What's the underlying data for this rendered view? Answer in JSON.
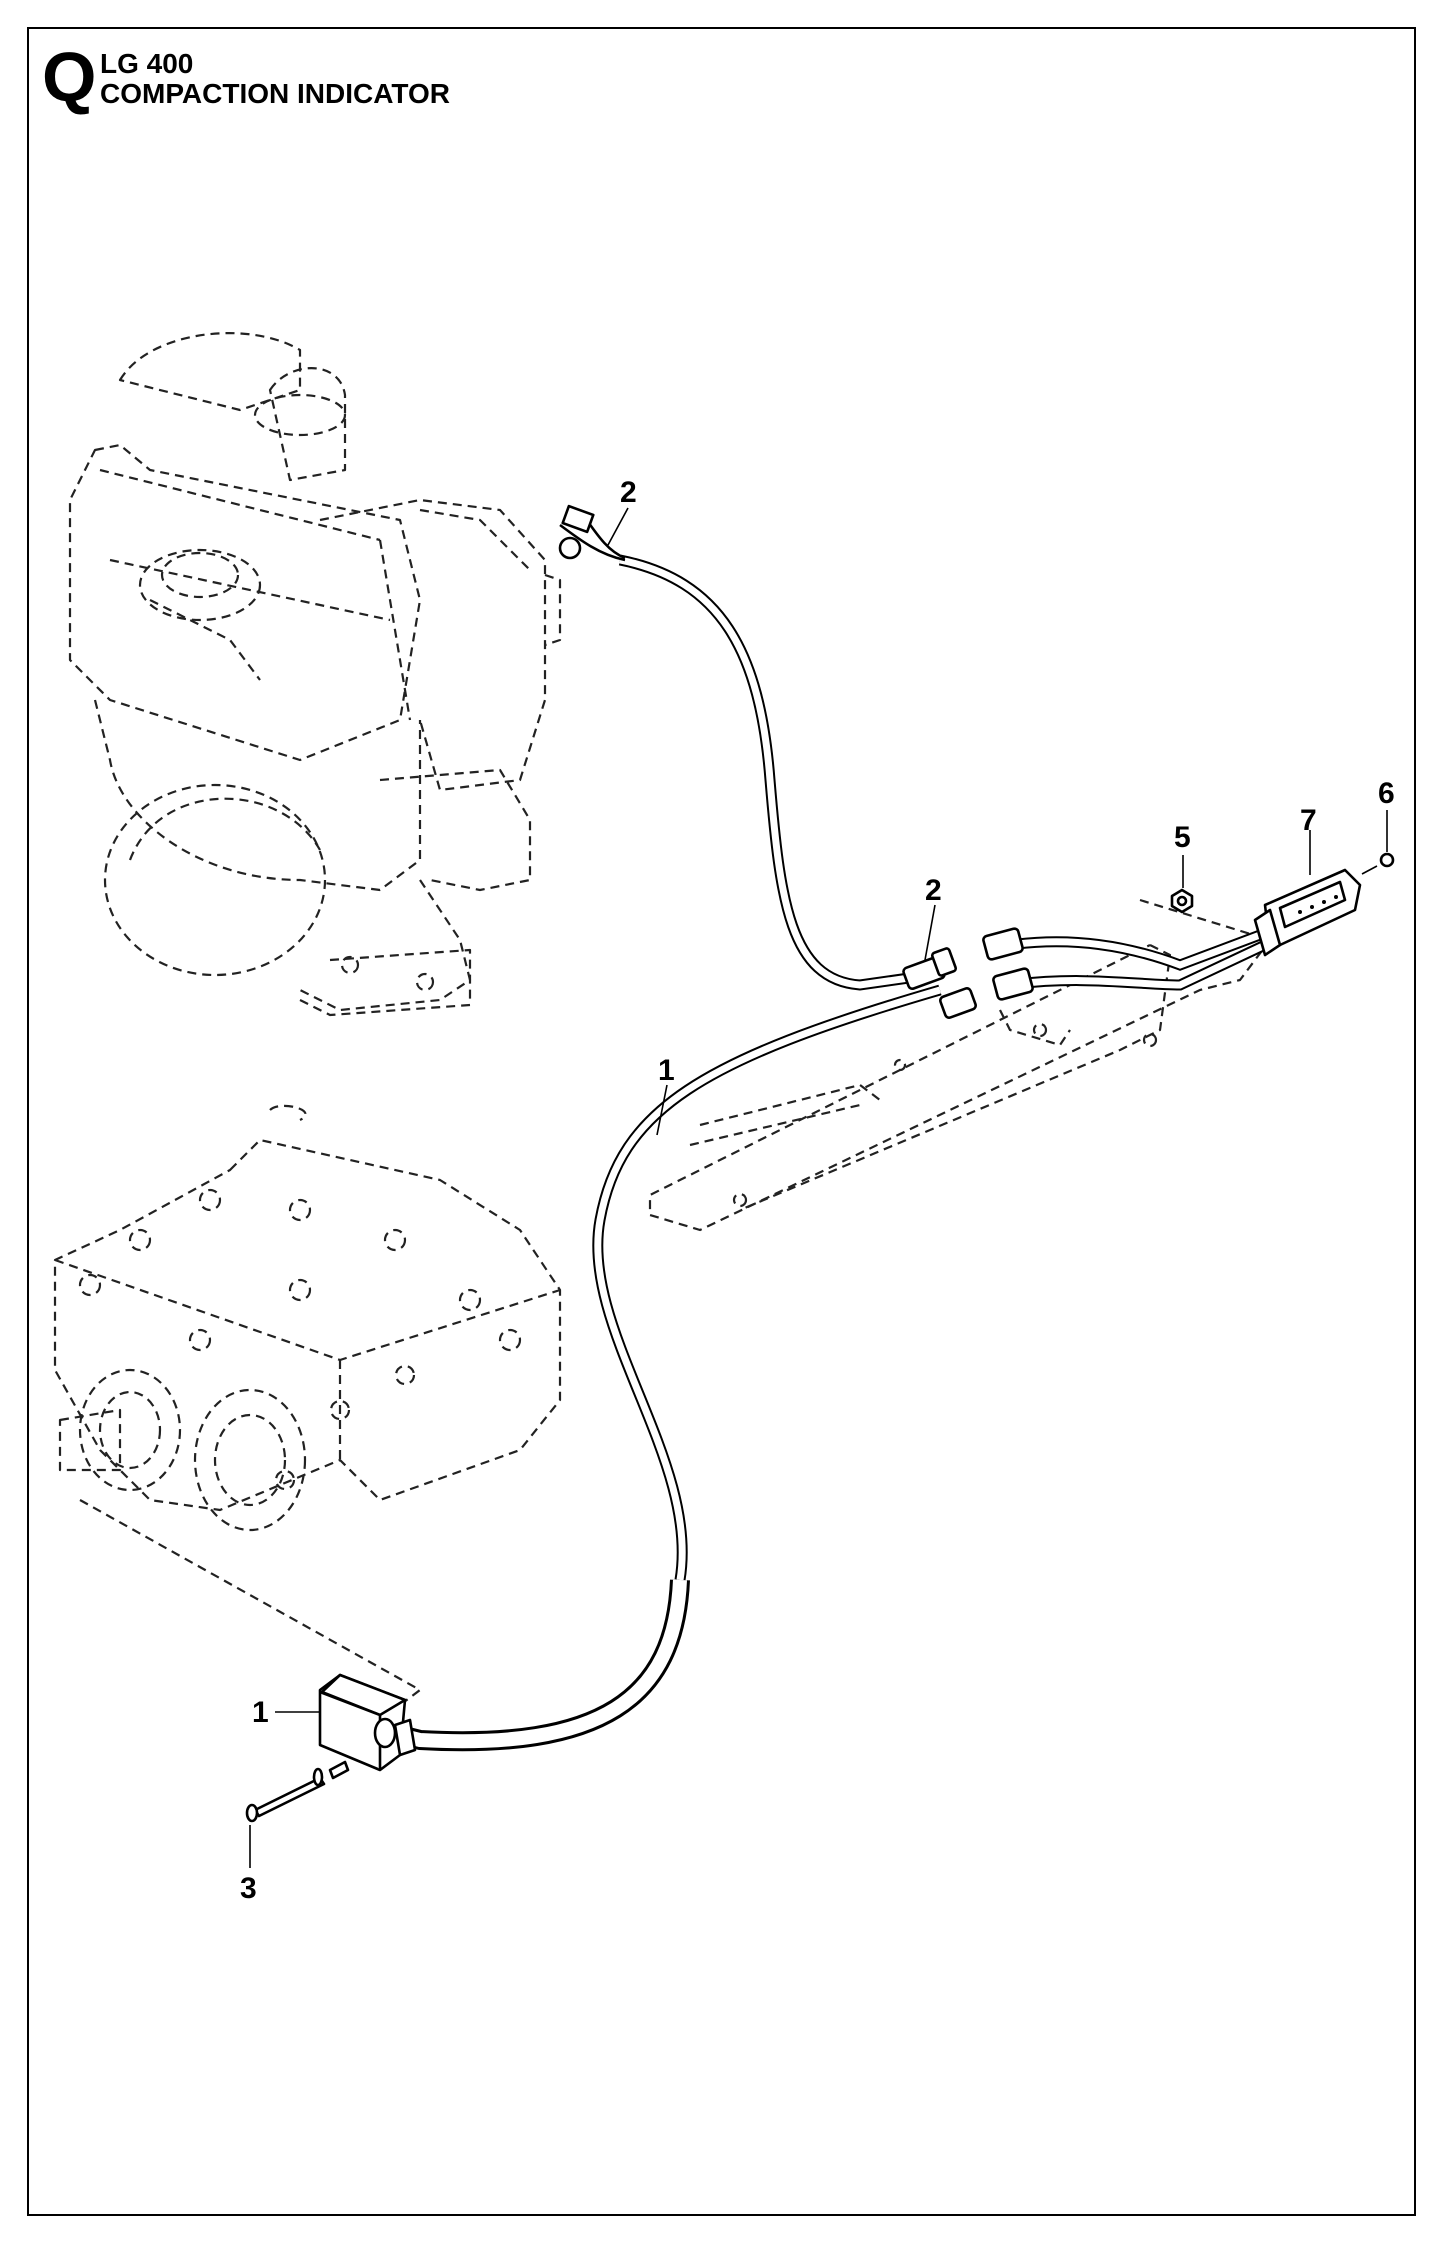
{
  "header": {
    "section_letter": "Q",
    "model": "LG 400",
    "title": "COMPACTION INDICATOR"
  },
  "callouts": {
    "c1_cable": "1",
    "c1_sensor": "1",
    "c2_top": "2",
    "c2_mid": "2",
    "c3": "3",
    "c5": "5",
    "c6": "6",
    "c7": "7"
  }
}
